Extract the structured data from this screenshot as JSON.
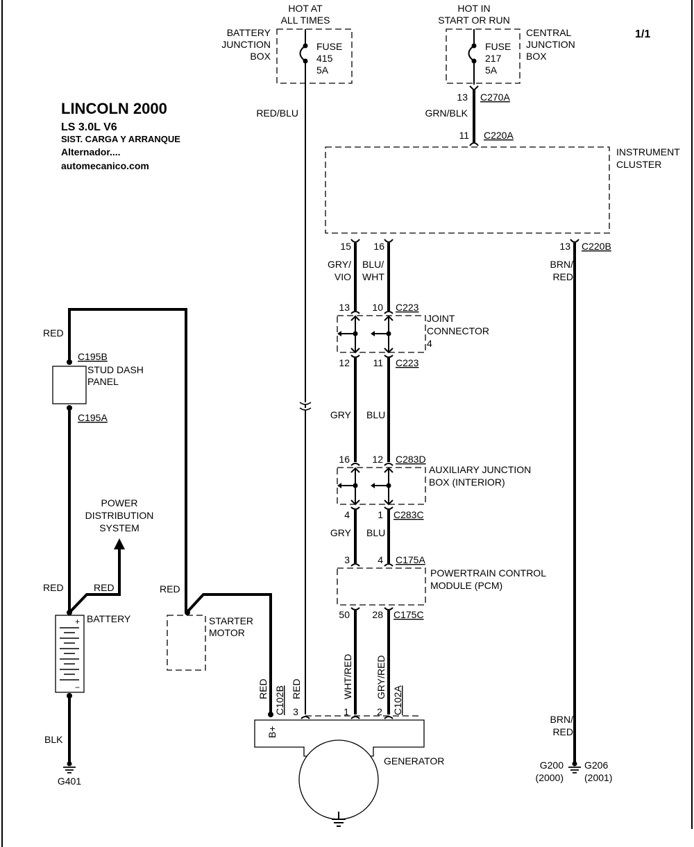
{
  "page_number": "1/1",
  "title": {
    "line1": "LINCOLN 2000",
    "line2": "LS  3.0L  V6",
    "line3": "SIST. CARGA Y ARRANQUE",
    "line4": "Alternador....",
    "line5": "automecanico.com"
  },
  "battery_junction_box": {
    "hot_label_1": "HOT AT",
    "hot_label_2": "ALL TIMES",
    "name_1": "BATTERY",
    "name_2": "JUNCTION",
    "name_3": "BOX",
    "fuse_label": "FUSE",
    "fuse_number": "415",
    "fuse_rating": "5A",
    "wire": "RED/BLU"
  },
  "central_junction_box": {
    "hot_label_1": "HOT IN",
    "hot_label_2": "START OR RUN",
    "name_1": "CENTRAL",
    "name_2": "JUNCTION",
    "name_3": "BOX",
    "fuse_label": "FUSE",
    "fuse_number": "217",
    "fuse_rating": "5A",
    "pin": "13",
    "connector": "C270A",
    "wire": "GRN/BLK"
  },
  "instrument_cluster": {
    "name_1": "INSTRUMENT",
    "name_2": "CLUSTER",
    "in_pin": "11",
    "in_connector": "C220A",
    "pin_a": "15",
    "pin_b": "16",
    "pin_c": "13",
    "connector_c": "C220B",
    "wire_a_1": "GRY/",
    "wire_a_2": "VIO",
    "wire_b_1": "BLU/",
    "wire_b_2": "WHT",
    "wire_c_1": "BRN/",
    "wire_c_2": "RED"
  },
  "joint_connector": {
    "name_1": "JOINT",
    "name_2": "CONNECTOR",
    "name_3": "4",
    "top_pin_a": "13",
    "top_pin_b": "10",
    "top_connector": "C223",
    "bottom_pin_a": "12",
    "bottom_pin_b": "11",
    "bottom_connector": "C223",
    "wire_a": "GRY",
    "wire_b": "BLU"
  },
  "aux_junction_box": {
    "name_1": "AUXILIARY JUNCTION",
    "name_2": "BOX (INTERIOR)",
    "top_pin_a": "16",
    "top_pin_b": "12",
    "top_connector": "C283D",
    "bottom_pin_a": "4",
    "bottom_pin_b": "1",
    "bottom_connector": "C283C",
    "wire_a": "GRY",
    "wire_b": "BLU"
  },
  "pcm": {
    "name_1": "POWERTRAIN CONTROL",
    "name_2": "MODULE (PCM)",
    "top_pin_a": "3",
    "top_pin_b": "4",
    "top_connector": "C175A",
    "bottom_pin_a": "50",
    "bottom_pin_b": "28",
    "bottom_connector": "C175C"
  },
  "generator": {
    "name": "GENERATOR",
    "b_plus": "B+",
    "wire_b": "RED",
    "connector_b": "C102B",
    "pin_3": "3",
    "wire_3": "RED",
    "pin_1": "1",
    "wire_1": "WHT/RED",
    "pin_2": "2",
    "wire_2": "GRY/RED",
    "connector_a": "C102A"
  },
  "left_circuit": {
    "wire_top": "RED",
    "stud_connector_top": "C195B",
    "stud_name_1": "STUD DASH",
    "stud_name_2": "PANEL",
    "stud_connector_bottom": "C195A",
    "pds_1": "POWER",
    "pds_2": "DISTRIBUTION",
    "pds_3": "SYSTEM",
    "wire_battery_left": "RED",
    "wire_battery_branch": "RED",
    "battery_name": "BATTERY",
    "battery_plus": "+",
    "battery_minus": "−",
    "wire_ground": "BLK",
    "ground": "G401",
    "wire_starter": "RED",
    "starter_1": "STARTER",
    "starter_2": "MOTOR"
  },
  "right_ground": {
    "wire_1": "BRN/",
    "wire_2": "RED",
    "ground_left": "G200",
    "ground_left_year": "(2000)",
    "ground_right": "G206",
    "ground_right_year": "(2001)"
  }
}
